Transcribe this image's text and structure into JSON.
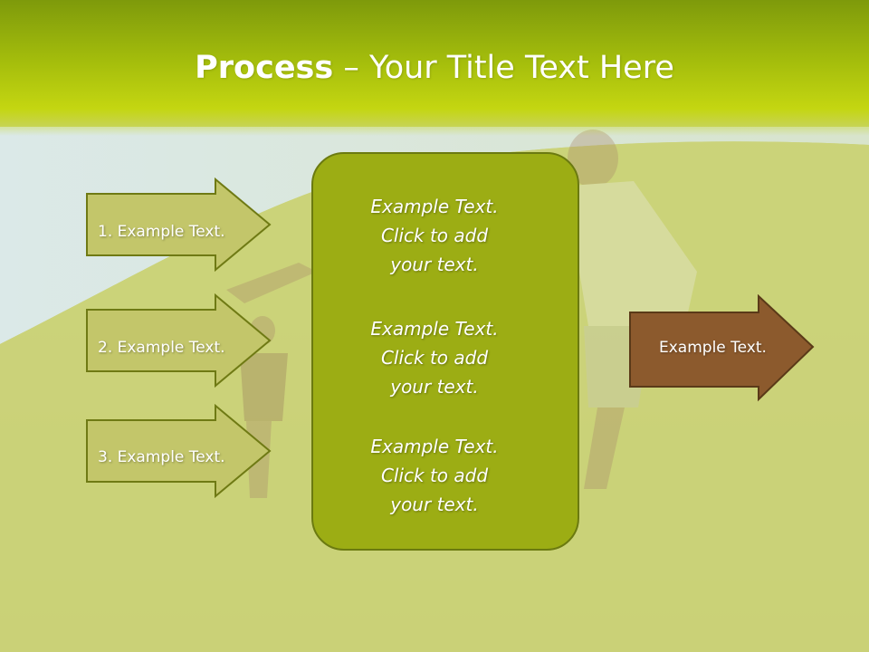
{
  "slide": {
    "title_bold": "Process",
    "title_rest": " – Your Title Text Here",
    "left_steps": [
      {
        "label": "1. Example Text."
      },
      {
        "label": "2. Example Text."
      },
      {
        "label": "3. Example Text."
      }
    ],
    "center_blocks": [
      {
        "line1": "Example Text.",
        "line2": "Click  to add",
        "line3": "your text."
      },
      {
        "line1": "Example Text.",
        "line2": "Click  to add",
        "line3": "your text."
      },
      {
        "line1": "Example Text.",
        "line2": "Click  to add",
        "line3": "your text."
      }
    ],
    "output_label": "Example Text."
  },
  "colors": {
    "header_green": "#a4bd0c",
    "step_arrow_fill": "#c3c66a",
    "center_box_fill": "#9cad14",
    "output_arrow_fill": "#8c5a2d"
  }
}
